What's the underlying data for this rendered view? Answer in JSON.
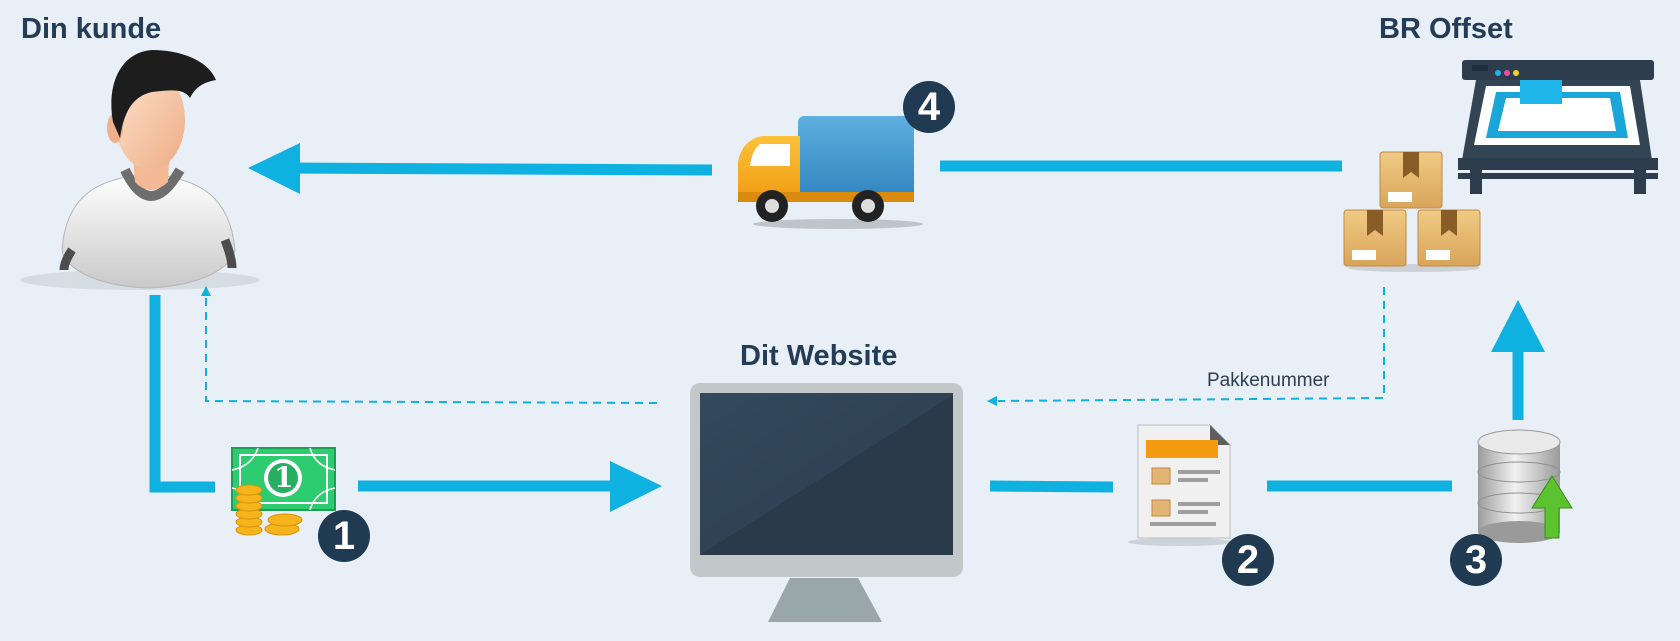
{
  "labels": {
    "customer": "Din kunde",
    "printer": "BR Offset",
    "website": "Dit Website",
    "tracking": "Pakkenummer"
  },
  "steps": [
    "1",
    "2",
    "3",
    "4"
  ],
  "bill_digit": "1",
  "colors": {
    "background": "#e8eff6",
    "flow": "#0fb1e0",
    "badge": "#203a52",
    "title": "#243c55"
  },
  "icons": [
    "customer-avatar-icon",
    "cash-icon",
    "monitor-icon",
    "document-icon",
    "database-upload-icon",
    "printer-icon",
    "boxes-icon",
    "truck-icon"
  ]
}
